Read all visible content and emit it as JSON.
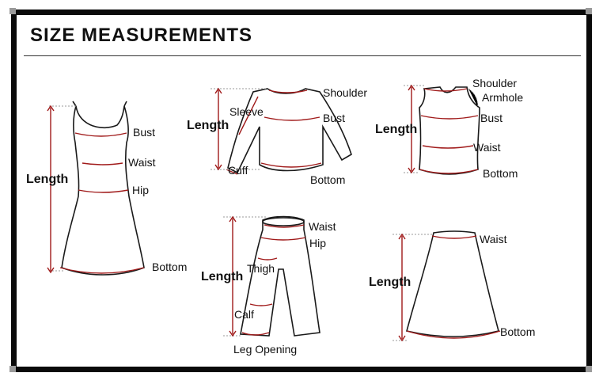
{
  "title": "SIZE MEASUREMENTS",
  "garments": {
    "dress": {
      "length": "Length",
      "bust": "Bust",
      "waist": "Waist",
      "hip": "Hip",
      "bottom": "Bottom"
    },
    "sweater": {
      "shoulder": "Shoulder",
      "sleeve": "Sleeve",
      "length": "Length",
      "bust": "Bust",
      "cuff": "Cuff",
      "bottom": "Bottom"
    },
    "tank": {
      "shoulder": "Shoulder",
      "armhole": "Armhole",
      "length": "Length",
      "bust": "Bust",
      "waist": "Waist",
      "bottom": "Bottom"
    },
    "pants": {
      "waist": "Waist",
      "hip": "Hip",
      "length": "Length",
      "thigh": "Thigh",
      "calf": "Calf",
      "leg_opening": "Leg Opening"
    },
    "skirt": {
      "waist": "Waist",
      "length": "Length",
      "bottom": "Bottom"
    }
  },
  "colors": {
    "measure": "#a01a1a",
    "outline": "#1a1a1a",
    "frame": "#0a0a0a"
  }
}
